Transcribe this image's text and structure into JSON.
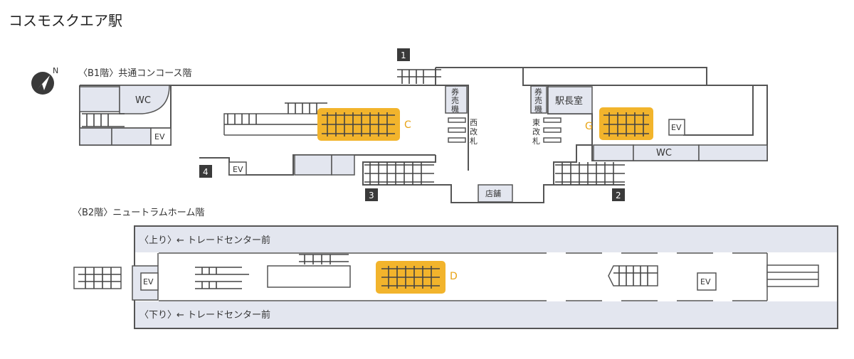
{
  "title": "コスモスクエア駅",
  "compass": "N",
  "floors": {
    "b1": {
      "label": "〈B1階〉共通コンコース階",
      "exits": [
        "1",
        "2",
        "3",
        "4"
      ],
      "wc": "WC",
      "ev": "EV",
      "ticket_machine": [
        "券",
        "売",
        "機"
      ],
      "west_gate": [
        "西",
        "改",
        "札"
      ],
      "east_gate": [
        "東",
        "改",
        "札"
      ],
      "station_master": "駅長室",
      "shop": "店舗",
      "point_c": "C",
      "point_g": "G"
    },
    "b2": {
      "label": "〈B2階〉ニュートラムホーム階",
      "platform_up": "〈上り〉← トレードセンター前",
      "platform_down": "〈下り〉← トレードセンター前",
      "ev": "EV",
      "point_d": "D"
    }
  },
  "colors": {
    "highlight": "#f2b42c",
    "room": "#e3e6ef",
    "wall": "#555555",
    "exit_badge": "#3a3a3a"
  }
}
